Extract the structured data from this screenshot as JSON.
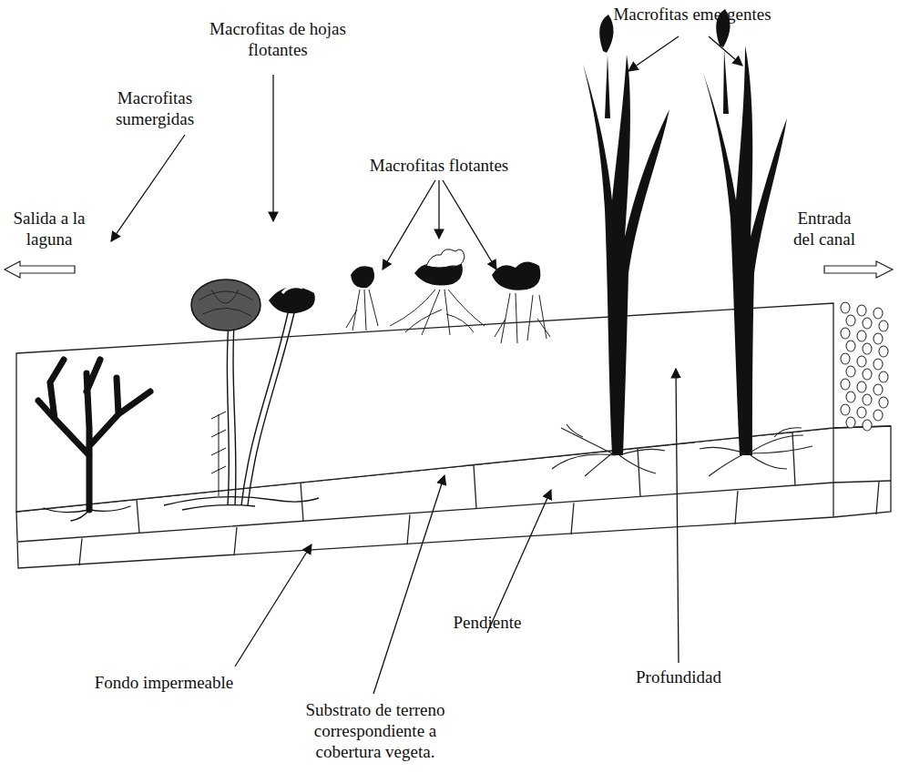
{
  "diagram": {
    "labels": [
      "Macrofitas de hojas flotantes",
      "Macrofitas emergentes",
      "Macrofitas sumergidas",
      "Macrofitas flotantes",
      "Salida a la laguna",
      "Entrada del canal",
      "Fondo impermeable",
      "Substrato de terreno correspondiente a cobertura vegeta.",
      "Pendiente",
      "Profundidad"
    ]
  }
}
